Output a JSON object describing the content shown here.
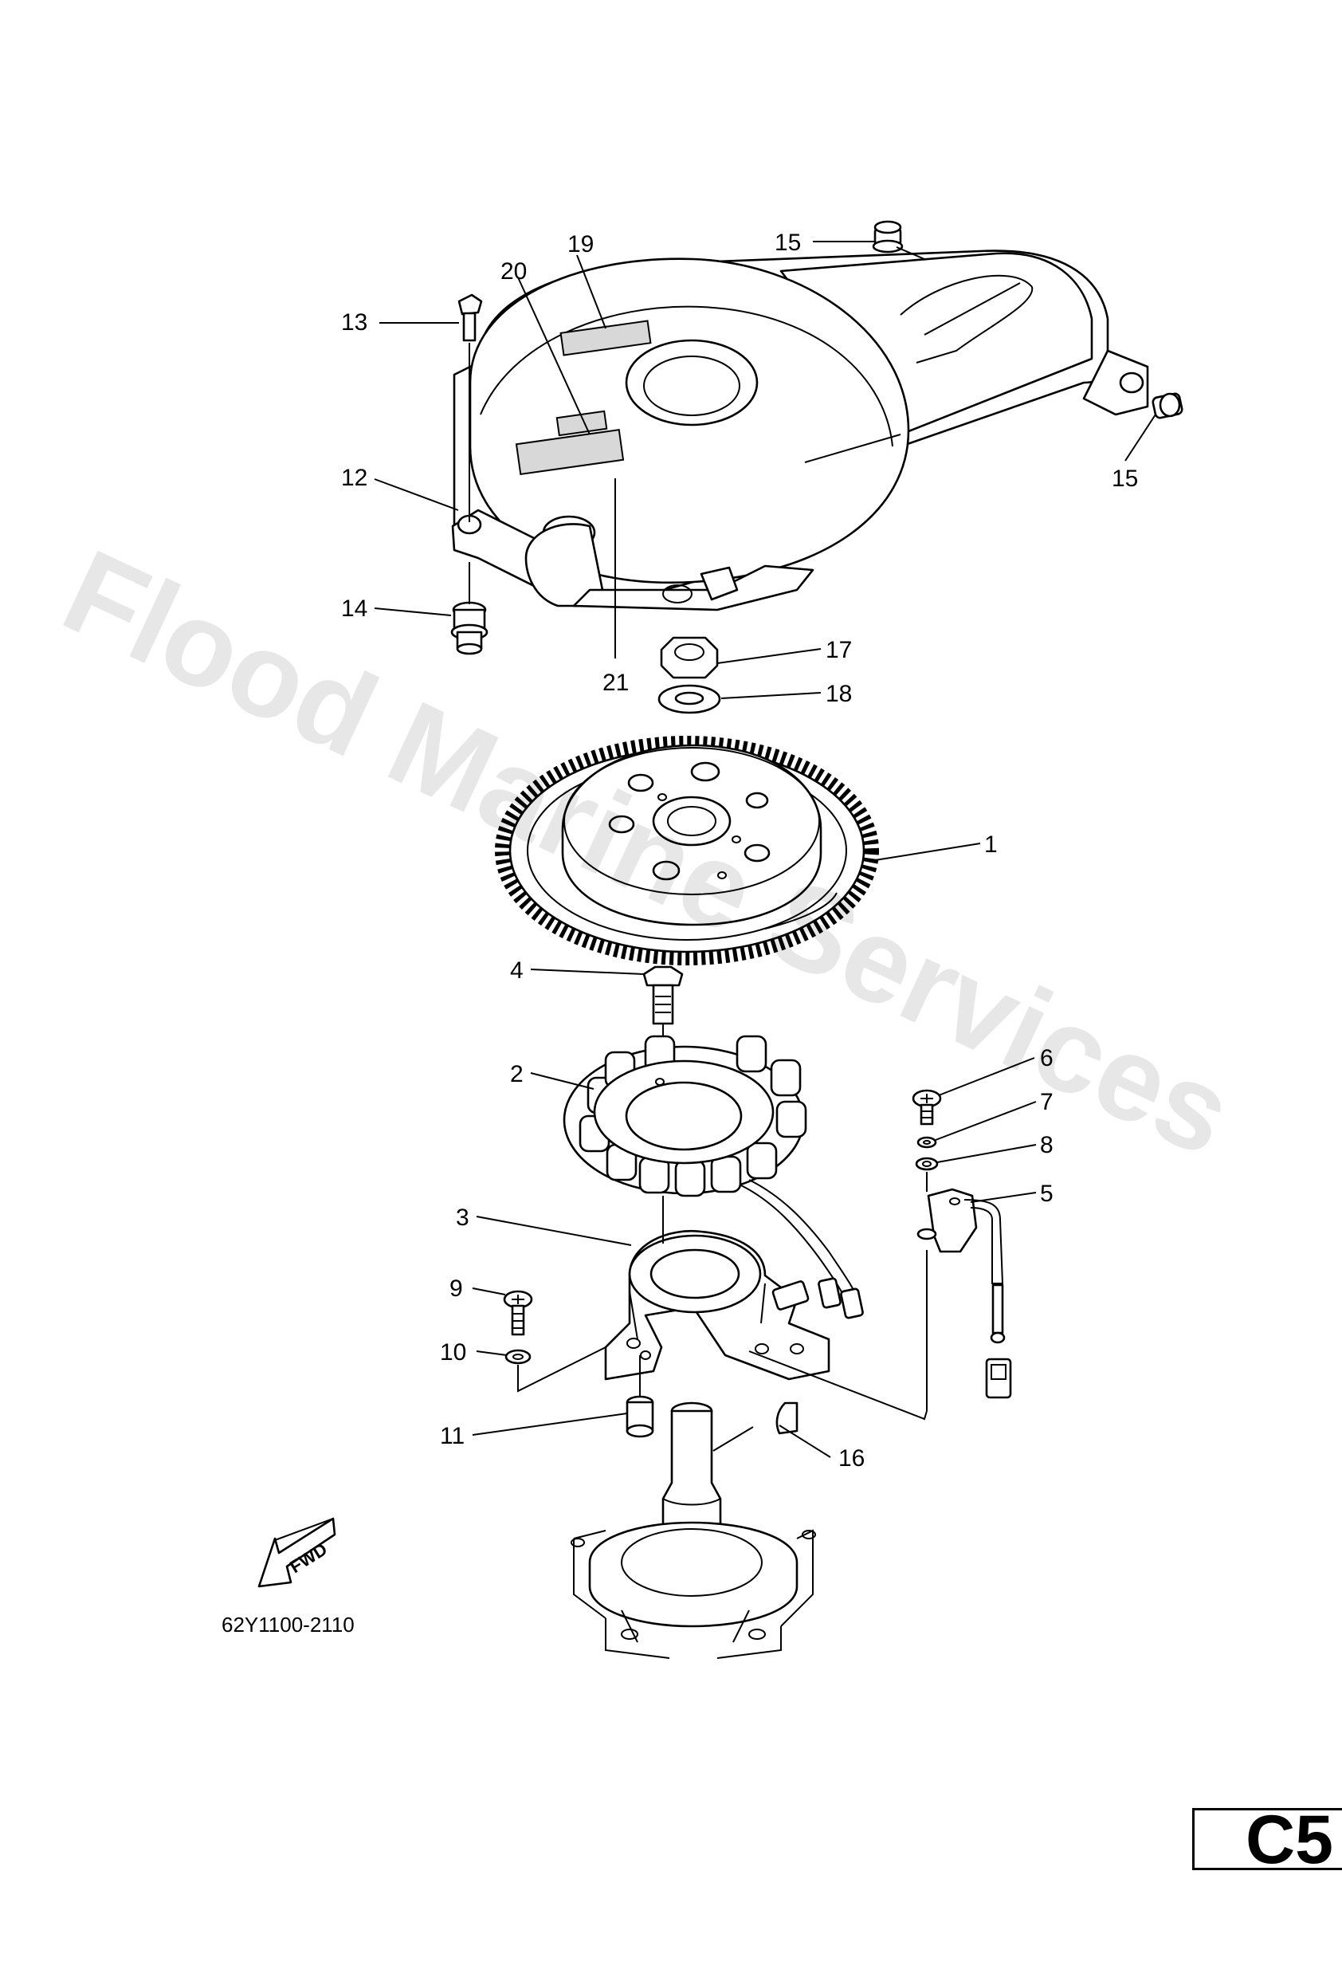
{
  "watermark": "Flood Marine Services",
  "catalog_number": "62Y1100-2110",
  "page_code": "C5",
  "fwd_label": "FWD",
  "callouts": {
    "p1": "1",
    "p2": "2",
    "p3": "3",
    "p4": "4",
    "p5": "5",
    "p6": "6",
    "p7": "7",
    "p8": "8",
    "p9": "9",
    "p10": "10",
    "p11": "11",
    "p12": "12",
    "p13": "13",
    "p14": "14",
    "p15a": "15",
    "p15b": "15",
    "p16": "16",
    "p17": "17",
    "p18": "18",
    "p19": "19",
    "p20": "20",
    "p21": "21"
  }
}
